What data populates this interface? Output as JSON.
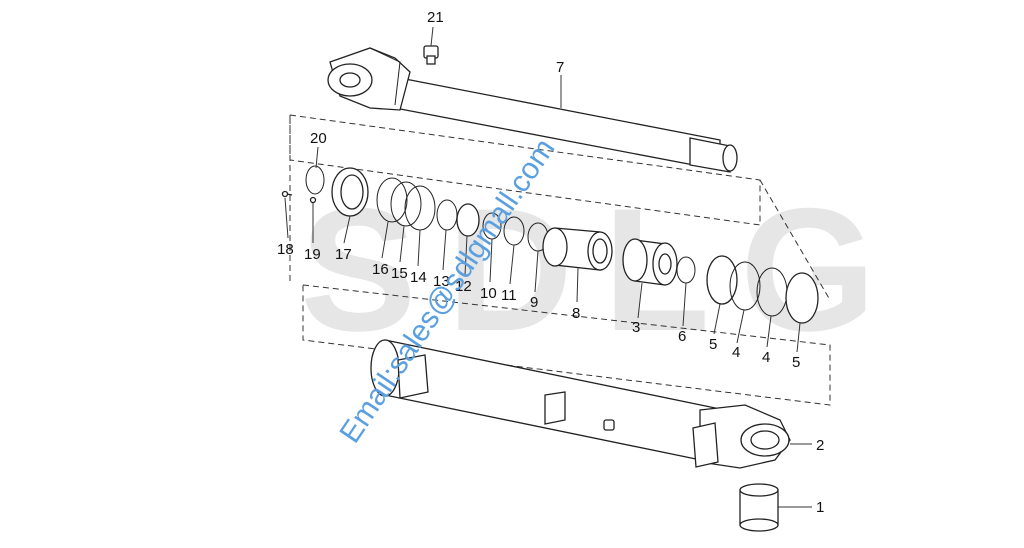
{
  "watermark": {
    "brand_text": "SDLG",
    "email_text": "Email:sales@sdlgmall.com",
    "email_color": "#5aa0e0"
  },
  "callouts": {
    "c1": "1",
    "c2": "2",
    "c3": "3",
    "c4a": "4",
    "c4b": "4",
    "c5a": "5",
    "c5b": "5",
    "c6": "6",
    "c7": "7",
    "c8": "8",
    "c9": "9",
    "c10": "10",
    "c11": "11",
    "c12": "12",
    "c13": "13",
    "c14": "14",
    "c15": "15",
    "c16": "16",
    "c17": "17",
    "c18": "18",
    "c19": "19",
    "c20": "20",
    "c21": "21"
  }
}
